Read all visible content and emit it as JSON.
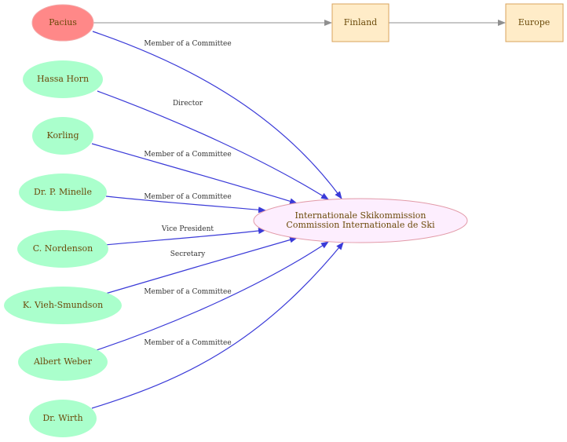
{
  "colors": {
    "person_fill": "#aaffcc",
    "person_highlight_fill": "#ff8888",
    "place_fill": "#ffecc8",
    "place_stroke": "#d9a35c",
    "org_fill": "#fdeefe",
    "org_stroke": "#e29aa8",
    "relation_edge": "#3a3ad8",
    "location_edge": "#8f8f8f",
    "text": "#6b4a0a"
  },
  "organization": {
    "line1": "Internationale Skikommission",
    "line2": "Commission Internationale de Ski"
  },
  "places": [
    {
      "label": "Finland"
    },
    {
      "label": "Europe"
    }
  ],
  "people": [
    {
      "name": "Pacius",
      "relation": "Member of a Committee",
      "highlight": true
    },
    {
      "name": "Hassa Horn",
      "relation": "Director"
    },
    {
      "name": "Korling",
      "relation": "Member of a Committee"
    },
    {
      "name": "Dr. P. Minelle",
      "relation": "Member of a Committee"
    },
    {
      "name": "C. Nordenson",
      "relation": "Vice President"
    },
    {
      "name": "K. Vieh-Smundson",
      "relation": "Secretary"
    },
    {
      "name": "Albert Weber",
      "relation": "Member of a Committee"
    },
    {
      "name": "Dr. Wirth",
      "relation": "Member of a Committee"
    }
  ]
}
